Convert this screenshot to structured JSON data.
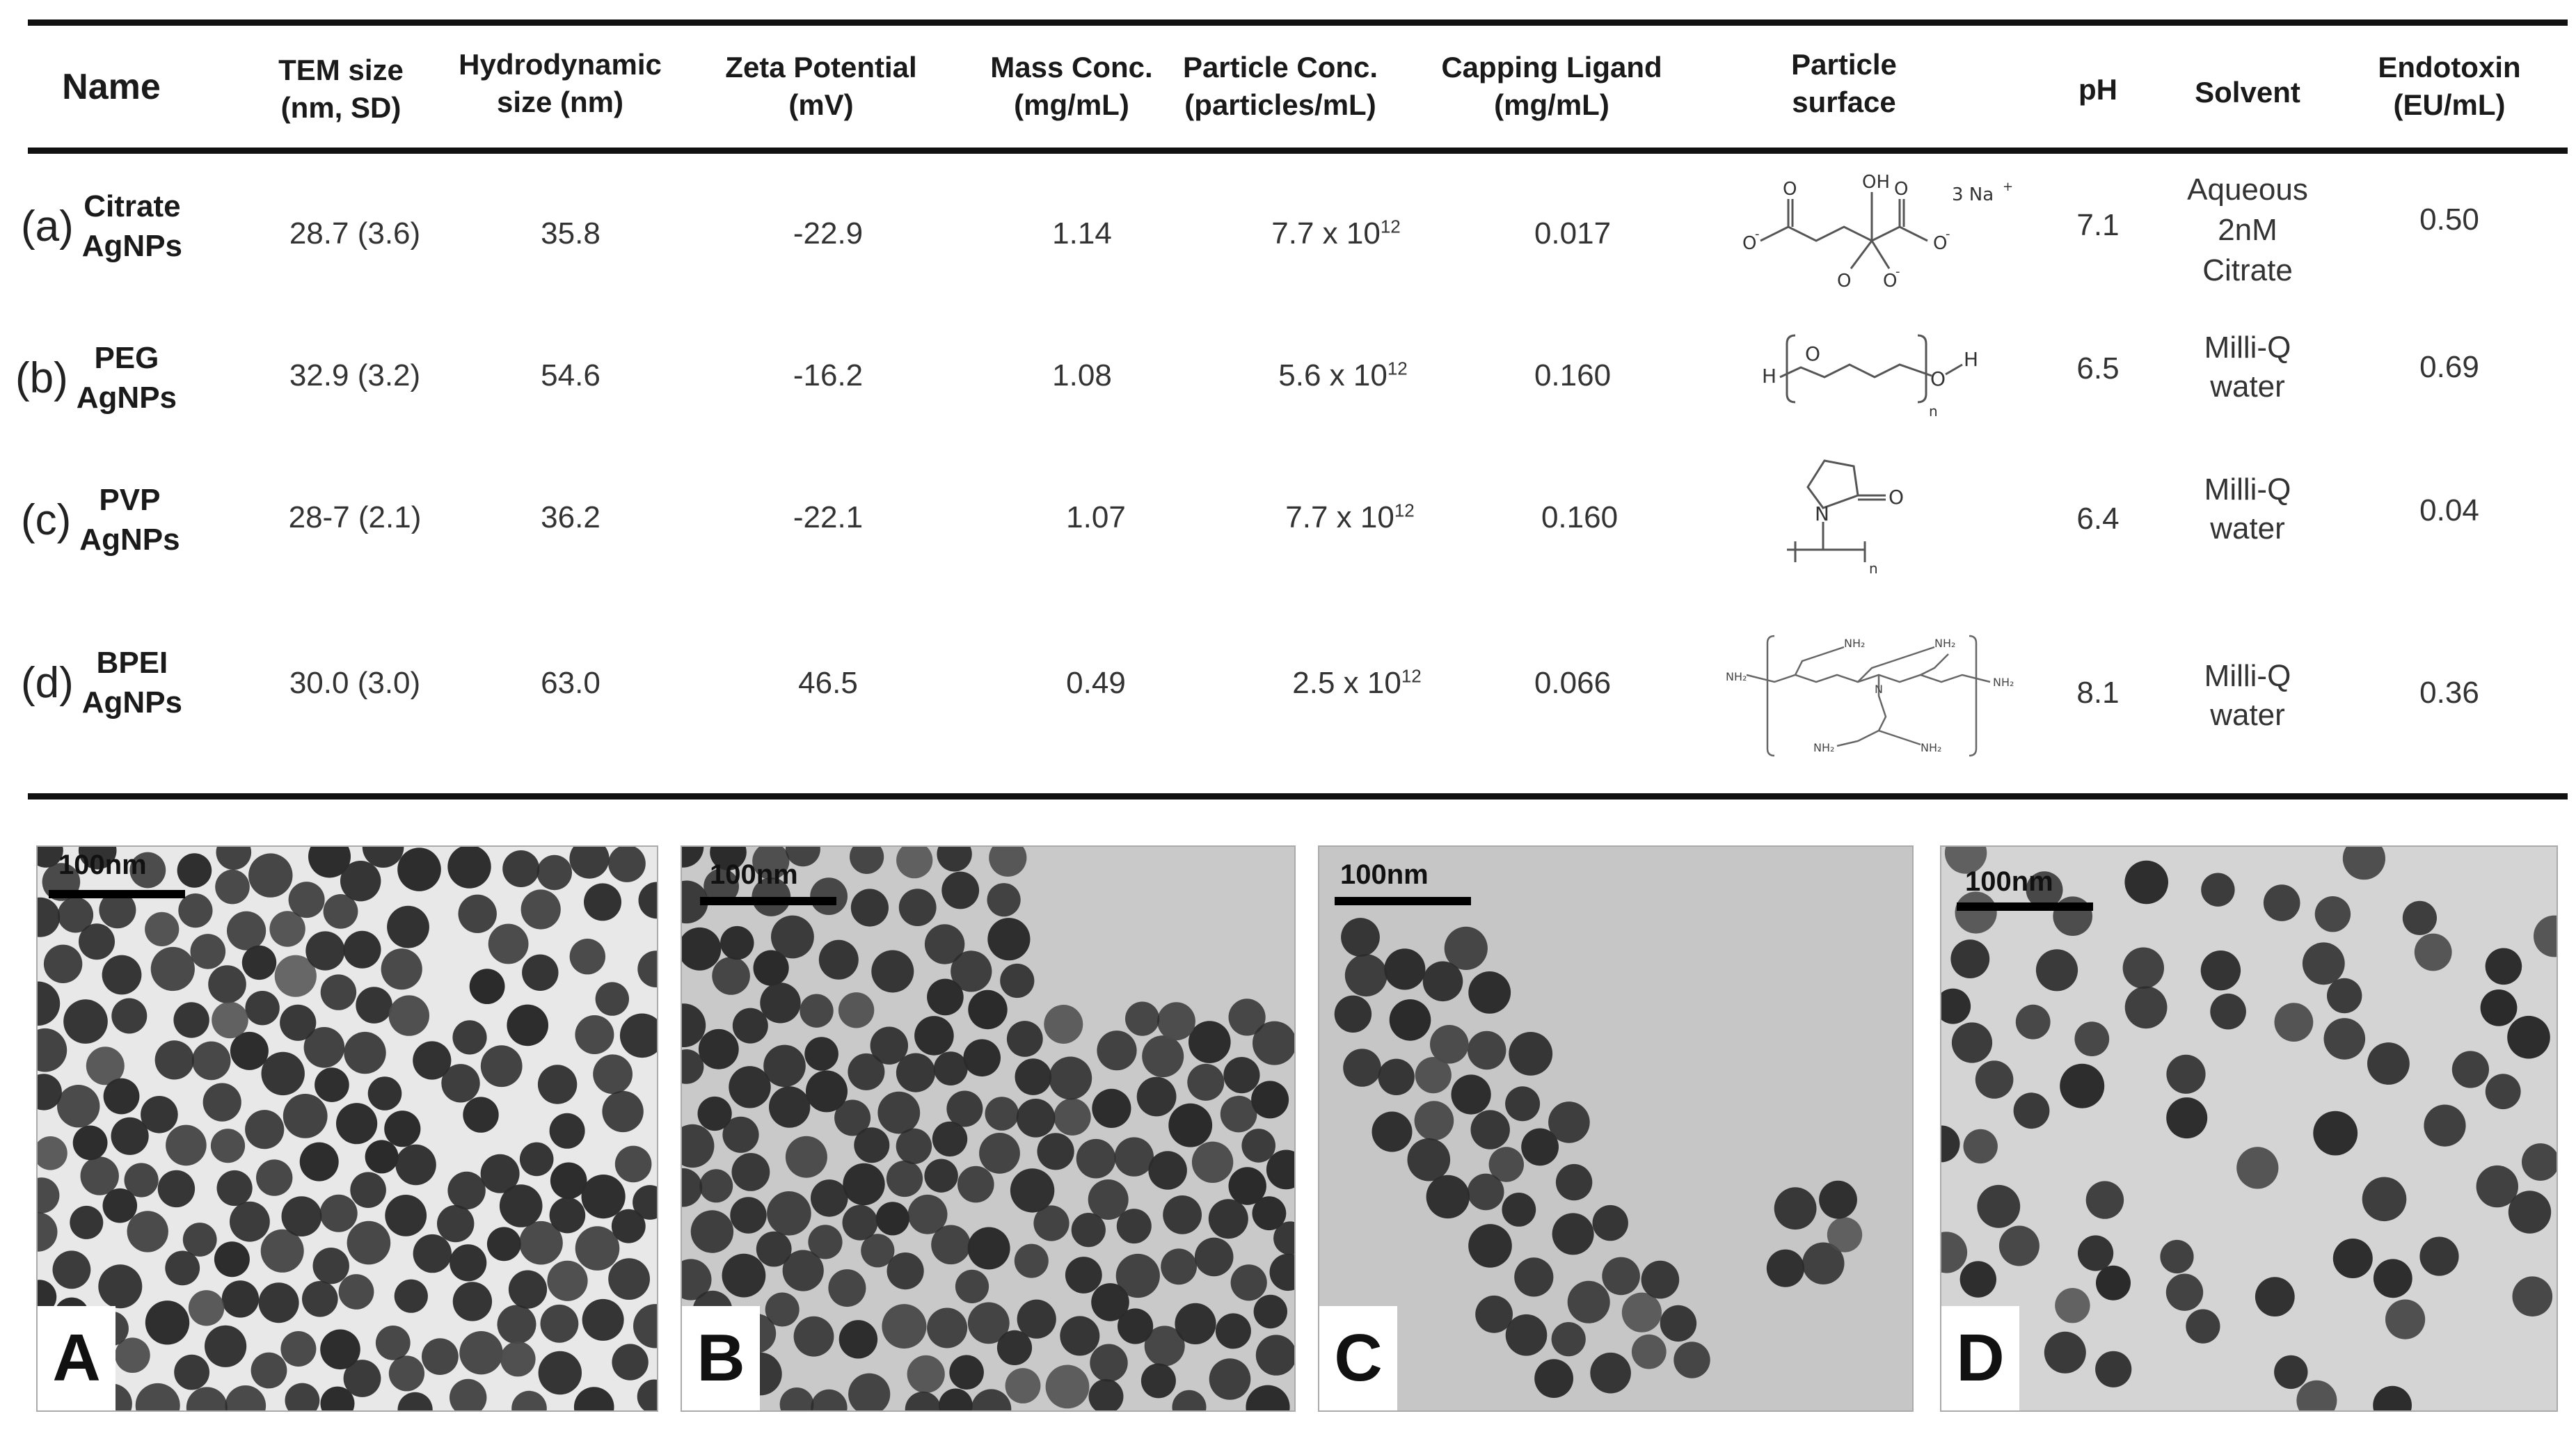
{
  "table": {
    "headers": {
      "name": "Name",
      "tem_size": [
        "TEM size",
        "(nm, SD)"
      ],
      "hydrodynamic": [
        "Hydrodynamic",
        "size (nm)"
      ],
      "zeta": [
        "Zeta Potential",
        "(mV)"
      ],
      "mass_conc": [
        "Mass Conc.",
        "(mg/mL)"
      ],
      "particle_conc": [
        "Particle Conc.",
        "(particles/mL)"
      ],
      "capping_ligand": [
        "Capping Ligand",
        "(mg/mL)"
      ],
      "particle_surface": [
        "Particle",
        "surface"
      ],
      "ph": "pH",
      "solvent": "Solvent",
      "endotoxin": [
        "Endotoxin",
        "(EU/mL)"
      ]
    },
    "rows": [
      {
        "letter": "(a)",
        "name": [
          "Citrate",
          "AgNPs"
        ],
        "tem_size": "28.7 (3.6)",
        "hydrodynamic": "35.8",
        "zeta": "-22.9",
        "mass_conc": "1.14",
        "particle_conc_base": "7.7 x 10",
        "particle_conc_exp": "12",
        "capping_ligand": "0.017",
        "ph": "7.1",
        "solvent": [
          "Aqueous",
          "2nM",
          "Citrate"
        ],
        "endotoxin": "0.50",
        "chem_labels": {
          "oh": "OH",
          "na": "3 Na",
          "plus": "+",
          "o": "O",
          "minus": "-"
        }
      },
      {
        "letter": "(b)",
        "name": [
          "PEG",
          "AgNPs"
        ],
        "tem_size": "32.9 (3.2)",
        "hydrodynamic": "54.6",
        "zeta": "-16.2",
        "mass_conc": "1.08",
        "particle_conc_base": "5.6 x 10",
        "particle_conc_exp": "12",
        "capping_ligand": "0.160",
        "ph": "6.5",
        "solvent": [
          "Milli-Q",
          "water"
        ],
        "endotoxin": "0.69",
        "chem_labels": {
          "h": "H",
          "o": "O",
          "n": "n"
        }
      },
      {
        "letter": "(c)",
        "name": [
          "PVP",
          "AgNPs"
        ],
        "tem_size": "28-7 (2.1)",
        "hydrodynamic": "36.2",
        "zeta": "-22.1",
        "mass_conc": "1.07",
        "particle_conc_base": "7.7 x 10",
        "particle_conc_exp": "12",
        "capping_ligand": "0.160",
        "ph": "6.4",
        "solvent": [
          "Milli-Q",
          "water"
        ],
        "endotoxin": "0.04",
        "chem_labels": {
          "n_atom": "N",
          "o": "O",
          "n": "n"
        }
      },
      {
        "letter": "(d)",
        "name": [
          "BPEI",
          "AgNPs"
        ],
        "tem_size": "30.0 (3.0)",
        "hydrodynamic": "63.0",
        "zeta": "46.5",
        "mass_conc": "0.49",
        "particle_conc_base": "2.5 x 10",
        "particle_conc_exp": "12",
        "capping_ligand": "0.066",
        "ph": "8.1",
        "solvent": [
          "Milli-Q",
          "water"
        ],
        "endotoxin": "0.36",
        "chem_labels": {
          "nh2": "NH₂",
          "n_atom": "N"
        }
      }
    ]
  },
  "panels": [
    {
      "label": "A",
      "scale": "100nm",
      "background": "#e8e8e8"
    },
    {
      "label": "B",
      "scale": "100nm",
      "background": "#c9c9c9"
    },
    {
      "label": "C",
      "scale": "100nm",
      "background": "#c6c6c6"
    },
    {
      "label": "D",
      "scale": "100nm",
      "background": "#d4d4d4"
    }
  ],
  "colors": {
    "particle_dark": "#2b2b2b",
    "particle_mid": "#4a4a4a",
    "rule": "#111111"
  }
}
